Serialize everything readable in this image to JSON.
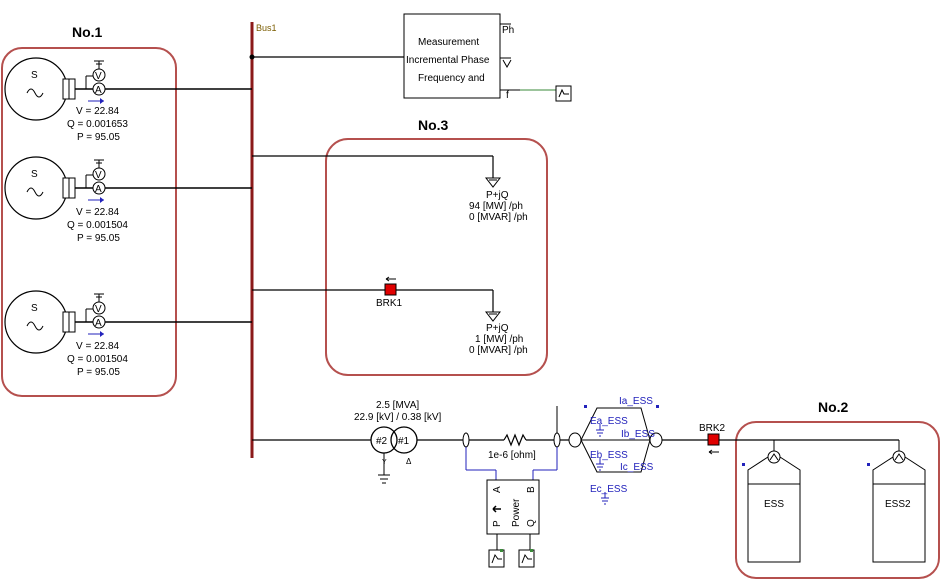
{
  "group_labels": {
    "g1": "No.1",
    "g2": "No.2",
    "g3": "No.3"
  },
  "bus": {
    "name": "Bus1"
  },
  "generators": [
    {
      "symbol": "S",
      "v": "V = 22.84",
      "q": "Q = 0.001653",
      "p": "P = 95.05"
    },
    {
      "symbol": "S",
      "v": "V = 22.84",
      "q": "Q = 0.001504",
      "p": "P = 95.05"
    },
    {
      "symbol": "S",
      "v": "V = 22.84",
      "q": "Q = 0.001504",
      "p": "P = 95.05"
    }
  ],
  "meters": {
    "v": "V",
    "a": "A"
  },
  "measurement": {
    "lines": [
      "Measurement",
      "Incremental Phase",
      "Frequency and"
    ],
    "port_ph": "Ph",
    "port_f": "f"
  },
  "loads": [
    {
      "label": "P+jQ",
      "p": "94 [MW] /ph",
      "q": "0 [MVAR] /ph"
    },
    {
      "label": "P+jQ",
      "p": "1 [MW] /ph",
      "q": "0 [MVAR] /ph"
    }
  ],
  "breakers": {
    "brk1": "BRK1",
    "brk2": "BRK2"
  },
  "transformer": {
    "rating": "2.5 [MVA]",
    "voltage": "22.9 [kV] / 0.38 [kV]",
    "w2": "#2",
    "w1": "#1",
    "conn_y": "Y",
    "conn_d": "Δ"
  },
  "resistor": {
    "value": "1e-6 [ohm]"
  },
  "power_meter": {
    "title": "Power",
    "p": "P",
    "q": "Q",
    "a": "A",
    "b": "B"
  },
  "signals": {
    "ia": "Ia_ESS",
    "ea": "Ea_ESS",
    "ib": "Ib_ESS",
    "eb": "Eb_ESS",
    "ic": "Ic_ESS",
    "ec": "Ec_ESS"
  },
  "ess": [
    "ESS",
    "ESS2"
  ],
  "colors": {
    "bus": "#8b1a1a",
    "group_border": "#b5504e",
    "breaker": "#e00000",
    "signal_text": "#2222bb",
    "wire": "#000000"
  }
}
